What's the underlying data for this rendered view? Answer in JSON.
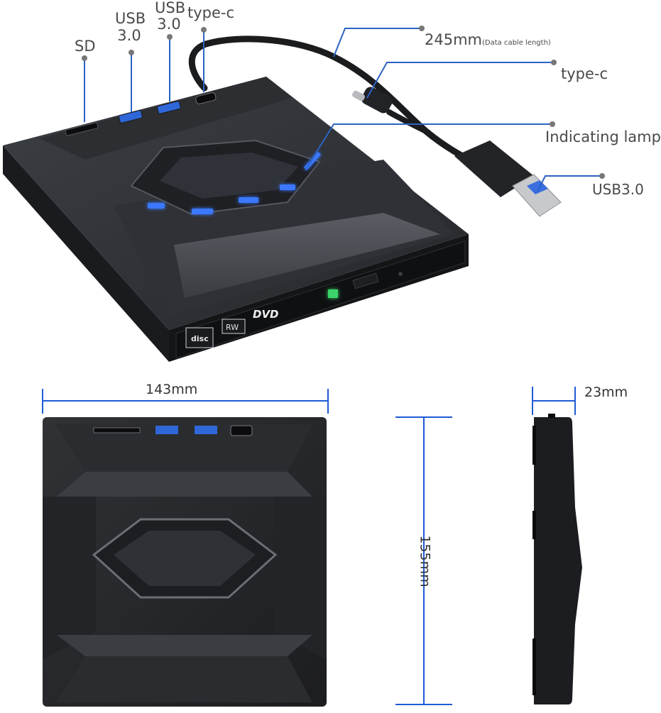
{
  "callouts": {
    "sd": "SD",
    "usb_a_1_line1": "USB",
    "usb_a_1_line2": "3.0",
    "usb_a_2_line1": "USB",
    "usb_a_2_line2": "3.0",
    "type_c_top": "type-c",
    "cable_length_value": "245mm",
    "cable_length_note": "(Data cable length)",
    "type_c_cable": "type-c",
    "indicating_lamp": "Indicating lamp",
    "usb3_plug": "USB3.0"
  },
  "dimensions": {
    "width": "143mm",
    "height": "155mm",
    "thickness": "23mm"
  },
  "logos": {
    "disc": "disc",
    "rw": "RW",
    "dvd": "DVD"
  },
  "colors": {
    "callout_line": "#2b63c4",
    "dim_line": "#1f5bd6",
    "lamp": "#3a78ff",
    "body": "#2a2c30"
  }
}
